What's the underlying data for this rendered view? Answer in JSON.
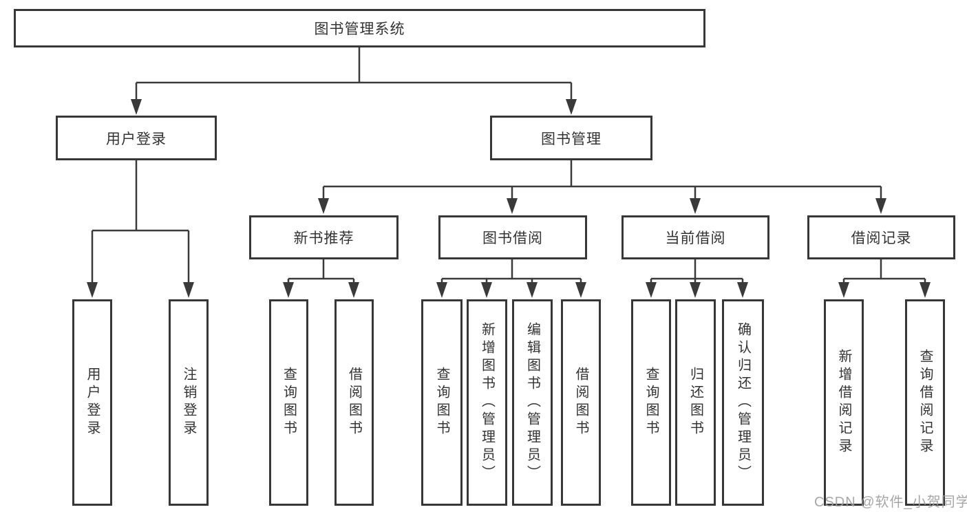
{
  "diagram": {
    "root": "图书管理系统",
    "user_login": {
      "label": "用户登录",
      "children": [
        "用户登录",
        "注销登录"
      ]
    },
    "book_management": {
      "label": "图书管理",
      "modules": {
        "new_book_recommend": {
          "label": "新书推荐",
          "children": [
            "查询图书",
            "借阅图书"
          ]
        },
        "book_borrow": {
          "label": "图书借阅",
          "children": [
            "查询图书",
            "新增图书（管理员）",
            "编辑图书（管理员）",
            "借阅图书"
          ]
        },
        "current_borrow": {
          "label": "当前借阅",
          "children": [
            "查询图书",
            "归还图书",
            "确认归还（管理员）"
          ]
        },
        "borrow_record": {
          "label": "借阅记录",
          "children": [
            "新增借阅记录",
            "查询借阅记录"
          ]
        }
      }
    }
  },
  "watermark": "CSDN @软件_小贺同学",
  "colors": {
    "line": "#3a3a3a",
    "border": "#373737",
    "text": "#333333",
    "watermark": "#9e9e9e",
    "background": "#ffffff"
  }
}
